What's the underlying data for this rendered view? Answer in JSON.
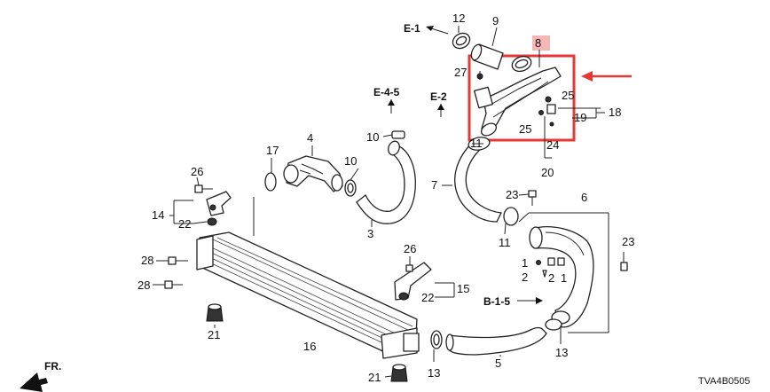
{
  "diagram": {
    "code": "TVA4B0505",
    "direction": "FR.",
    "refs": [
      "E-1",
      "E-2",
      "E-4-5",
      "B-1-5"
    ],
    "highlight_color": "#e53935",
    "highlight_label_bg": "#f4b6b6",
    "callouts": {
      "c1": "1",
      "c1b": "1",
      "c2": "2",
      "c2b": "2",
      "c3": "3",
      "c4": "4",
      "c5": "5",
      "c6": "6",
      "c7": "7",
      "c8": "8",
      "c9": "9",
      "c10a": "10",
      "c10b": "10",
      "c11a": "11",
      "c11b": "11",
      "c12": "12",
      "c13a": "13",
      "c13b": "13",
      "c14": "14",
      "c15": "15",
      "c16": "16",
      "c17": "17",
      "c18": "18",
      "c19": "19",
      "c20": "20",
      "c21a": "21",
      "c21b": "21",
      "c22a": "22",
      "c22b": "22",
      "c23a": "23",
      "c23b": "23",
      "c24": "24",
      "c25a": "25",
      "c25b": "25",
      "c26a": "26",
      "c26b": "26",
      "c27": "27",
      "c28a": "28",
      "c28b": "28"
    }
  }
}
